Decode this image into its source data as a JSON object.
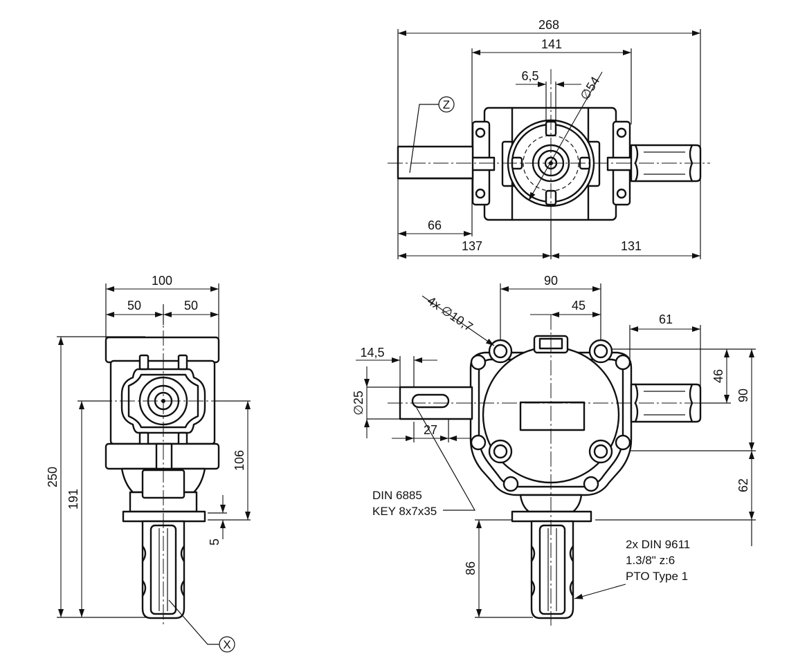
{
  "dimensions": {
    "top_overall": "268",
    "top_body": "141",
    "top_key": "6,5",
    "top_dia": "∅54",
    "top_shaft_len": "66",
    "top_left_half": "137",
    "top_right_half": "131",
    "left_width": "100",
    "left_half_a": "50",
    "left_half_b": "50",
    "left_total_h": "250",
    "left_axis_h": "191",
    "left_flange_h": "106",
    "left_step": "5",
    "right_holes_w": "90",
    "right_half": "45",
    "right_shaft": "61",
    "right_holes": "4x ∅10,7",
    "right_key_off": "14,5",
    "right_shaft_dia": "∅25",
    "right_key_len": "27",
    "right_vert_46": "46",
    "right_vert_90": "90",
    "right_vert_62": "62",
    "right_vert_86": "86"
  },
  "callouts": {
    "z": "Z",
    "x": "X",
    "key_line1": "DIN 6885",
    "key_line2": "KEY 8x7x35",
    "pto_line1": "2x DIN 9611",
    "pto_line2": "1.3/8\" z:6",
    "pto_line3": "PTO Type 1"
  }
}
